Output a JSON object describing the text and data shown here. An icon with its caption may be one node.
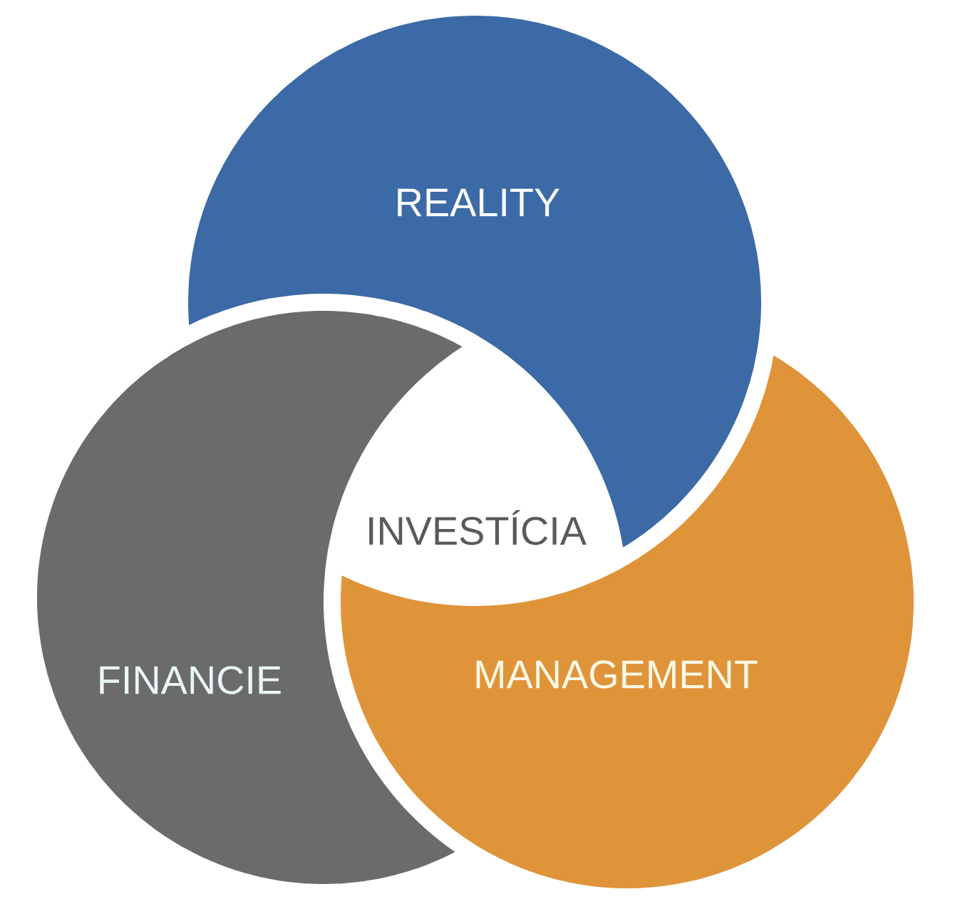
{
  "diagram": {
    "nodes": [
      {
        "text": [
          "REALITY"
        ]
      },
      {
        "text": [
          "FINANCIE"
        ]
      },
      {
        "text": [
          "MANAGEMENT"
        ]
      }
    ],
    "labels": [
      "INVESTÍCIA"
    ]
  }
}
